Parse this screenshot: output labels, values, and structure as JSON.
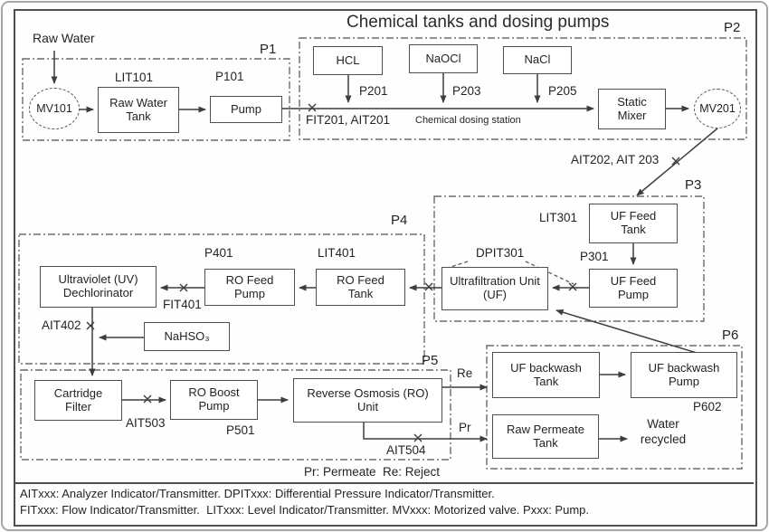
{
  "title": "Chemical tanks and dosing pumps",
  "regions": {
    "p1": "P1",
    "p2": "P2",
    "p3": "P3",
    "p4": "P4",
    "p5": "P5",
    "p6": "P6"
  },
  "nodes": {
    "mv101": "MV101",
    "raw_water_tank": "Raw Water Tank",
    "pump": "Pump",
    "hcl": "HCL",
    "naocl": "NaOCl",
    "nacl": "NaCl",
    "static_mixer": "Static Mixer",
    "mv201": "MV201",
    "uf_feed_tank": "UF Feed Tank",
    "uf_feed_pump": "UF Feed Pump",
    "uf_unit": "Ultrafiltration Unit (UF)",
    "ro_feed_tank": "RO Feed Tank",
    "ro_feed_pump": "RO Feed Pump",
    "uv_dechlorinator": "Ultraviolet (UV) Dechlorinator",
    "nahso3": "NaHSO₃",
    "cartridge_filter": "Cartridge Filter",
    "ro_boost_pump": "RO Boost Pump",
    "ro_unit": "Reverse Osmosis (RO) Unit",
    "uf_backwash_tank": "UF backwash Tank",
    "uf_backwash_pump": "UF backwash Pump",
    "raw_permeate_tank": "Raw Permeate Tank"
  },
  "labels": {
    "raw_water": "Raw Water",
    "lit101": "LIT101",
    "p101": "P101",
    "p201": "P201",
    "p203": "P203",
    "p205": "P205",
    "fit201_ait201": "FIT201, AIT201",
    "chemical_dosing_station": "Chemical dosing station",
    "ait202_203": "AIT202, AIT 203",
    "lit301": "LIT301",
    "p301": "P301",
    "dpit301": "DPIT301",
    "p401": "P401",
    "lit401": "LIT401",
    "fit401": "FIT401",
    "ait402": "AIT402",
    "ait503": "AIT503",
    "p501": "P501",
    "ait504": "AIT504",
    "p602": "P602",
    "re": "Re",
    "pr": "Pr",
    "water_recycled": "Water recycled",
    "pr_re_note": "Pr: Permeate  Re: Reject"
  },
  "legend": {
    "line1": "AITxxx: Analyzer Indicator/Transmitter. DPITxxx: Differential Pressure Indicator/Transmitter.",
    "line2": "FITxxx: Flow Indicator/Transmitter.  LITxxx: Level Indicator/Transmitter. MVxxx: Motorized valve. Pxxx: Pump."
  },
  "colors": {
    "line": "#3d3d3d",
    "box_border": "#4f4f4f",
    "region_border": "#6b6b6b",
    "text": "#222222"
  }
}
